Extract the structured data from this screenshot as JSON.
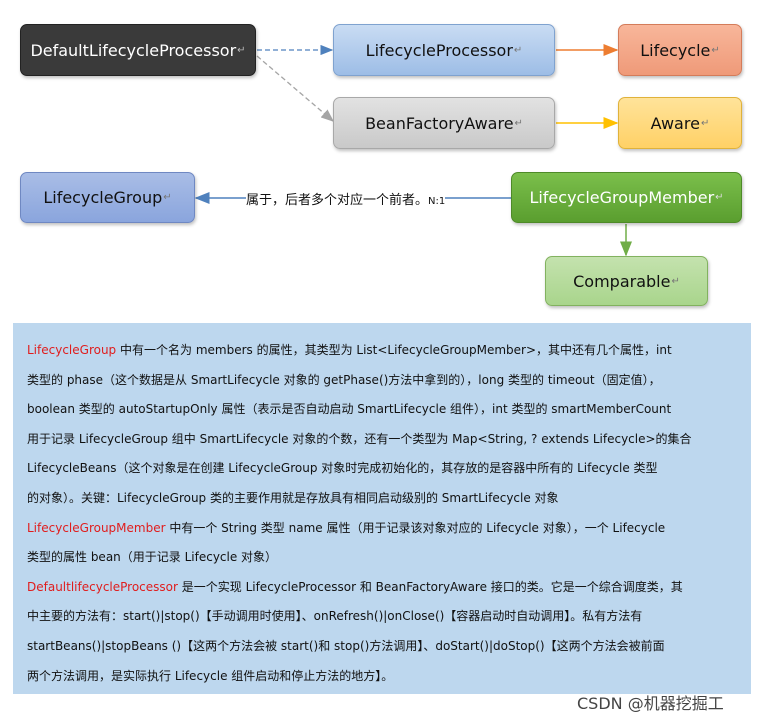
{
  "nodes": {
    "default_lifecycle_processor": "DefaultLifecycleProcessor",
    "lifecycle_processor": "LifecycleProcessor",
    "lifecycle": "Lifecycle",
    "bean_factory_aware": "BeanFactoryAware",
    "aware": "Aware",
    "lifecycle_group": "LifecycleGroup",
    "lifecycle_group_member": "LifecycleGroupMember",
    "comparable": "Comparable"
  },
  "paragraph_mark": "↵",
  "edge_label": {
    "text": "属于，后者多个对应一个前者。",
    "ratio": "N:1"
  },
  "colors": {
    "dark_node": "#3a3a3a",
    "blue_node": "#9dbde6",
    "orange_node": "#ef9a79",
    "gray_node": "#c9c9c9",
    "yellow_node": "#ffd166",
    "group_node": "#8aa5dd",
    "green_node": "#5a9e2f",
    "light_green_node": "#a9d58c",
    "note_background": "#bdd7ee",
    "highlight_red": "#e01d1d",
    "arrow_blue": "#4f81bd",
    "arrow_orange": "#ed7d31",
    "arrow_yellow": "#ffc000",
    "arrow_green": "#70ad47",
    "arrow_gray": "#a5a5a5"
  },
  "note": {
    "lg_name": "LifecycleGroup",
    "l1": " 中有一个名为 members 的属性，其类型为 List<LifecycleGroupMember>，其中还有几个属性，int",
    "l2": "类型的 phase（这个数据是从 SmartLifecycle 对象的 getPhase()方法中拿到的），long 类型的 timeout（固定值），",
    "l3": "boolean 类型的 autoStartupOnly 属性（表示是否自动启动 SmartLifecycle 组件），int 类型的 smartMemberCount",
    "l4": "用于记录 LifecycleGroup 组中 SmartLifecycle 对象的个数，还有一个类型为 Map<String, ? extends Lifecycle>的集合",
    "l5": "LifecycleBeans（这个对象是在创建 LifecycleGroup 对象时完成初始化的，其存放的是容器中所有的 Lifecycle 类型",
    "l6": "的对象）。关键：LifecycleGroup 类的主要作用就是存放具有相同启动级别的 SmartLifecycle 对象",
    "lgm_name": "LifecycleGroupMember",
    "l7": " 中有一个 String 类型 name 属性（用于记录该对象对应的 Lifecycle 对象），一个 Lifecycle",
    "l8": "类型的属性 bean（用于记录 Lifecycle 对象）",
    "dlp_name": "DefaultlifecycleProcessor",
    "l9": " 是一个实现 LifecycleProcessor 和 BeanFactoryAware 接口的类。它是一个综合调度类，其",
    "l10": "中主要的方法有：start()|stop()【手动调用时使用】、onRefresh()|onClose()【容器启动时自动调用】。私有方法有",
    "l11": "startBeans()|stopBeans ()【这两个方法会被 start()和 stop()方法调用】、doStart()|doStop()【这两个方法会被前面",
    "l12": "两个方法调用，是实际执行 Lifecycle 组件启动和停止方法的地方】。"
  },
  "watermark": "CSDN @机器挖掘工"
}
